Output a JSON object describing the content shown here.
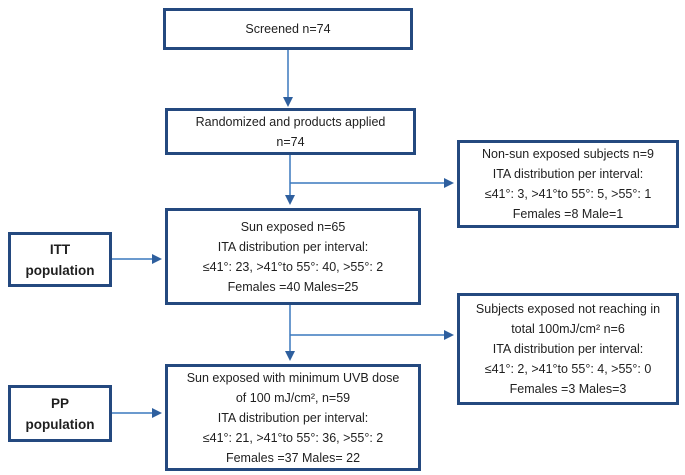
{
  "colors": {
    "box_border": "#24497f",
    "arrow_line": "#3a79bd",
    "arrow_head": "#2e5f9e",
    "text": "#1f1f1f",
    "background": "#ffffff"
  },
  "boxes": {
    "screened": {
      "lines": [
        "Screened n=74"
      ]
    },
    "randomized": {
      "lines": [
        "Randomized and products applied",
        "n=74"
      ]
    },
    "non_sun_exposed": {
      "lines": [
        "Non-sun exposed subjects n=9",
        "ITA distribution per interval:",
        "≤41°: 3, >41°to 55°: 5, >55°: 1",
        "Females =8 Male=1"
      ]
    },
    "itt_population": {
      "lines": [
        "ITT",
        "population"
      ]
    },
    "sun_exposed": {
      "lines": [
        "Sun exposed n=65",
        "ITA distribution per interval:",
        "≤41°: 23, >41°to 55°: 40, >55°: 2",
        "Females =40 Males=25"
      ]
    },
    "not_reaching_dose": {
      "lines": [
        "Subjects exposed not reaching in",
        "total 100mJ/cm² n=6",
        "ITA distribution per interval:",
        "≤41°: 2, >41°to 55°: 4, >55°: 0",
        "Females =3 Males=3"
      ]
    },
    "pp_population": {
      "lines": [
        "PP",
        "population"
      ]
    },
    "sun_exposed_min_dose": {
      "lines": [
        "Sun exposed with minimum UVB dose",
        "of 100 mJ/cm², n=59",
        "ITA distribution per interval:",
        "≤41°: 21, >41°to 55°: 36, >55°: 2",
        "Females =37 Males= 22"
      ]
    }
  }
}
